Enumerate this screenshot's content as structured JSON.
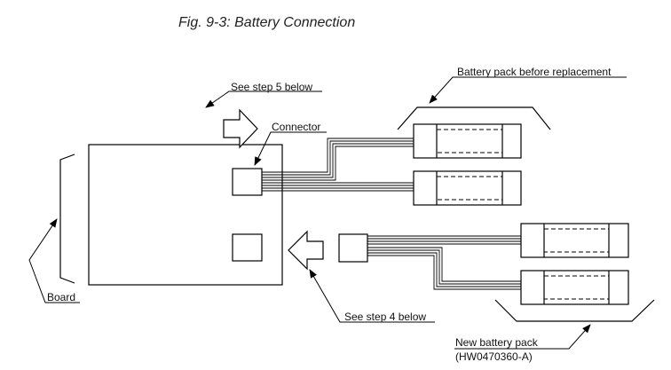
{
  "figure": {
    "title": "Fig. 9-3: Battery Connection"
  },
  "labels": {
    "see_step_5": "See step 5 below",
    "connector": "Connector",
    "battery_before": "Battery pack before replacement",
    "board": "Board",
    "see_step_4": "See step 4 below",
    "new_battery_line1": "New battery pack",
    "new_battery_line2": "(HW0470360-A)"
  }
}
